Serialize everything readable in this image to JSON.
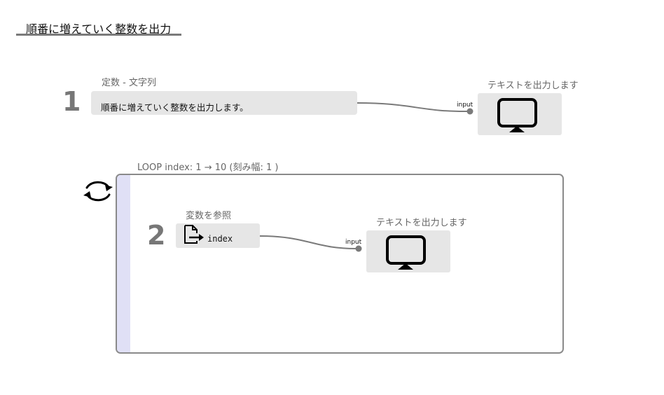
{
  "page": {
    "title": "順番に増えていく整数を出力"
  },
  "step1": {
    "number": "1",
    "constant_node": {
      "label": "定数 - 文字列",
      "value": "順番に増えていく整数を出力します。"
    },
    "output_node": {
      "label": "テキストを出力します",
      "port": "input",
      "icon": "monitor-icon"
    }
  },
  "loop": {
    "label": "LOOP index: 1 → 10 (刻み幅: 1 )",
    "icon": "loop-icon",
    "stripe_color": "#e0e0f6",
    "step2": {
      "number": "2",
      "variable_node": {
        "label": "変数を参照",
        "value": "index",
        "icon": "file-export-icon"
      },
      "output_node": {
        "label": "テキストを出力します",
        "port": "input",
        "icon": "monitor-icon"
      }
    }
  }
}
